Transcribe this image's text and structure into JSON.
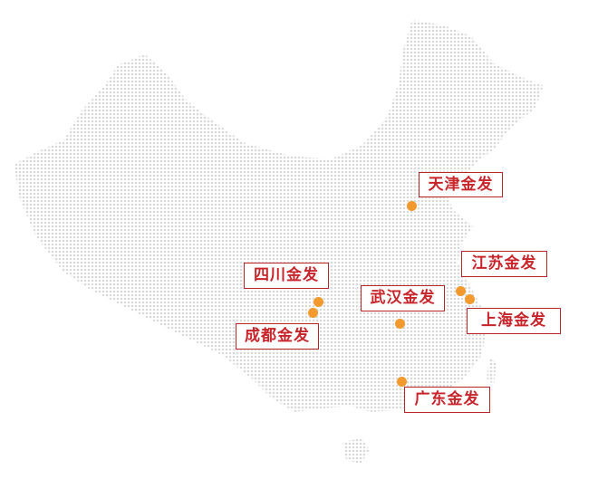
{
  "map": {
    "fill_color": "#d9d9d9",
    "marker_color": "#f39a2e",
    "label_color": "#c8252b",
    "locations": [
      {
        "id": "tianjin",
        "label": "天津金发"
      },
      {
        "id": "jiangsu",
        "label": "江苏金发"
      },
      {
        "id": "shanghai",
        "label": "上海金发"
      },
      {
        "id": "wuhan",
        "label": "武汉金发"
      },
      {
        "id": "sichuan",
        "label": "四川金发"
      },
      {
        "id": "chengdu",
        "label": "成都金发"
      },
      {
        "id": "guangdong",
        "label": "广东金发"
      }
    ]
  }
}
